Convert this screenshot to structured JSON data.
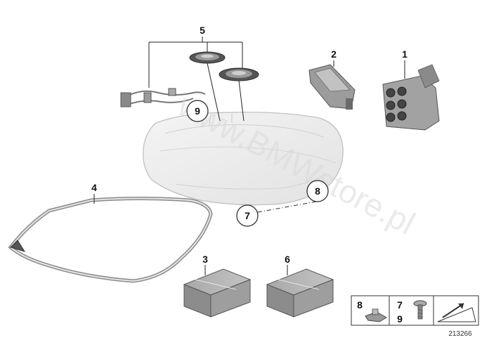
{
  "diagram": {
    "watermark": "www.BMWstore.pl",
    "reference_number": "213266",
    "callouts": [
      {
        "id": "callout-1",
        "label": "1"
      },
      {
        "id": "callout-2",
        "label": "2"
      },
      {
        "id": "callout-3",
        "label": "3"
      },
      {
        "id": "callout-4",
        "label": "4"
      },
      {
        "id": "callout-5",
        "label": "5"
      },
      {
        "id": "callout-6",
        "label": "6"
      },
      {
        "id": "callout-7",
        "label": "7"
      },
      {
        "id": "callout-8",
        "label": "8"
      },
      {
        "id": "callout-9",
        "label": "9"
      }
    ],
    "legend": {
      "cell_a_label": "8",
      "cell_b_label_top": "7",
      "cell_b_label_bottom": "9"
    }
  }
}
